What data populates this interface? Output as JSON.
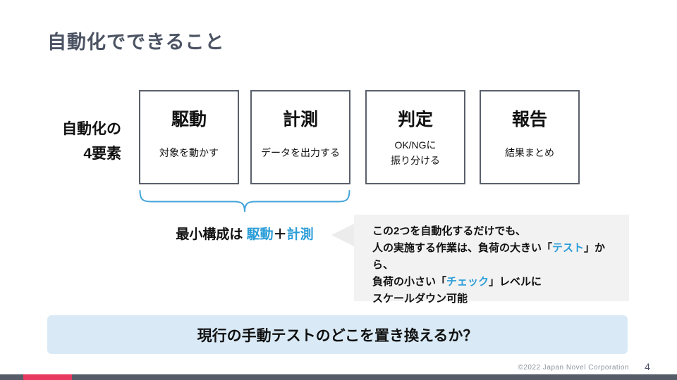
{
  "slide": {
    "title": "自動化でできること",
    "copyright": "©2022 Japan Novel Corporation",
    "page_number": "4"
  },
  "four_elements_label": {
    "line1": "自動化の",
    "line2": "4要素"
  },
  "elements": [
    {
      "title": "駆動",
      "desc": "対象を動かす"
    },
    {
      "title": "計測",
      "desc": "データを出力する"
    },
    {
      "title": "判定",
      "desc": "OK/NGに",
      "desc2": "振り分ける"
    },
    {
      "title": "報告",
      "desc": "結果まとめ"
    }
  ],
  "min_config": {
    "prefix": "最小構成は ",
    "term1": "駆動",
    "plus": "＋",
    "term2": "計測"
  },
  "callout": {
    "line1": "この2つを自動化するだけでも、",
    "line2_pre": "人の実施する作業は、負荷の大きい「",
    "line2_highlight": "テスト",
    "line2_post": "」から、",
    "line3_pre": "負荷の小さい「",
    "line3_highlight": "チェック",
    "line3_post": "」レベルに",
    "line4": "スケールダウン可能"
  },
  "banner": {
    "text": "現行の手動テストのどこを置き換えるか？"
  },
  "colors": {
    "accent_blue": "#2b9dd8",
    "brace_blue": "#45a5da",
    "title_gray": "#4b5363",
    "box_border_gray": "#5a606b",
    "callout_bg": "#f2f2f2",
    "banner_bg": "#d9eaf6",
    "footer_bar_gray": "#575d68",
    "footer_bar_red": "#e83a60"
  }
}
